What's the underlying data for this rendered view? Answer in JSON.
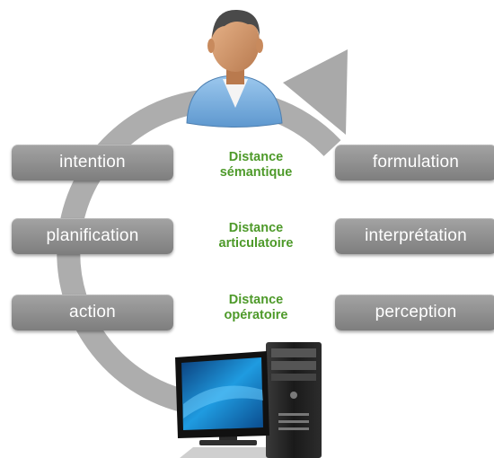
{
  "colors": {
    "cycle": "#a6a6a6",
    "stage_box": "#8c8c8c",
    "stage_text": "#ffffff",
    "distance_text": "#4e9a2a",
    "user_shirt": "#7fb3e0",
    "screen": "#1f9be0"
  },
  "icons": {
    "user": "user-avatar-icon",
    "computer": "desktop-computer-icon",
    "arrow": "cycle-arrow-icon"
  },
  "left_stages": [
    "intention",
    "planification",
    "action"
  ],
  "right_stages": [
    "formulation",
    "interprétation",
    "perception"
  ],
  "distances": [
    {
      "line1": "Distance",
      "line2": "sémantique"
    },
    {
      "line1": "Distance",
      "line2": "articulatoire"
    },
    {
      "line1": "Distance",
      "line2": "opératoire"
    }
  ]
}
